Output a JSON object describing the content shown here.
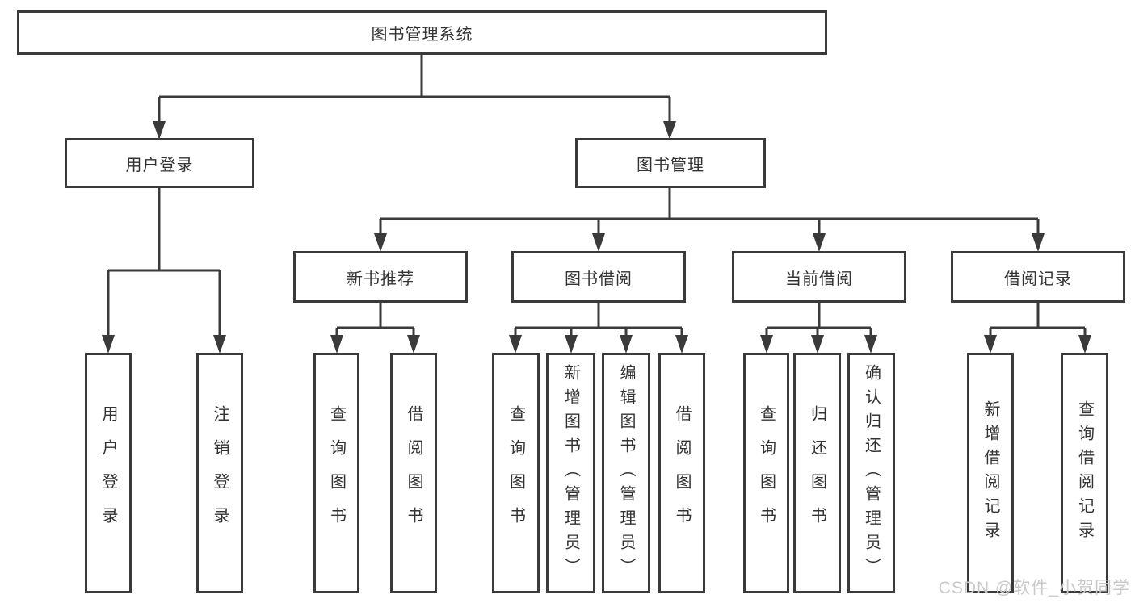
{
  "diagram": {
    "type": "hierarchy-tree",
    "nodes": {
      "root": "图书管理系统",
      "user_login": "用户登录",
      "book_management": "图书管理",
      "new_book_recommend": "新书推荐",
      "book_borrowing": "图书借阅",
      "current_borrowing": "当前借阅",
      "borrowing_records": "借阅记录",
      "leaf_user_login": "用户登录",
      "leaf_logout": "注销登录",
      "leaf_rec_query_books": "查询图书",
      "leaf_rec_borrow_books": "借阅图书",
      "leaf_bb_query_books": "查询图书",
      "leaf_bb_add_books_admin": "新增图书（管理员）",
      "leaf_bb_edit_books_admin": "编辑图书（管理员）",
      "leaf_bb_borrow_books": "借阅图书",
      "leaf_cb_query_books": "查询图书",
      "leaf_cb_return_books": "归还图书",
      "leaf_cb_confirm_return_admin": "确认归还（管理员）",
      "leaf_br_add_record": "新增借阅记录",
      "leaf_br_query_record": "查询借阅记录"
    },
    "hierarchy": {
      "图书管理系统": {
        "用户登录": [
          "用户登录",
          "注销登录"
        ],
        "图书管理": {
          "新书推荐": [
            "查询图书",
            "借阅图书"
          ],
          "图书借阅": [
            "查询图书",
            "新增图书（管理员）",
            "编辑图书（管理员）",
            "借阅图书"
          ],
          "当前借阅": [
            "查询图书",
            "归还图书",
            "确认归还（管理员）"
          ],
          "借阅记录": [
            "新增借阅记录",
            "查询借阅记录"
          ]
        }
      }
    }
  },
  "watermark": {
    "text": "CSDN @软件_小贺同学"
  },
  "colors": {
    "line": "#3a3a3a",
    "text": "#333333",
    "watermark": "#c9c9c9",
    "background": "#ffffff"
  }
}
